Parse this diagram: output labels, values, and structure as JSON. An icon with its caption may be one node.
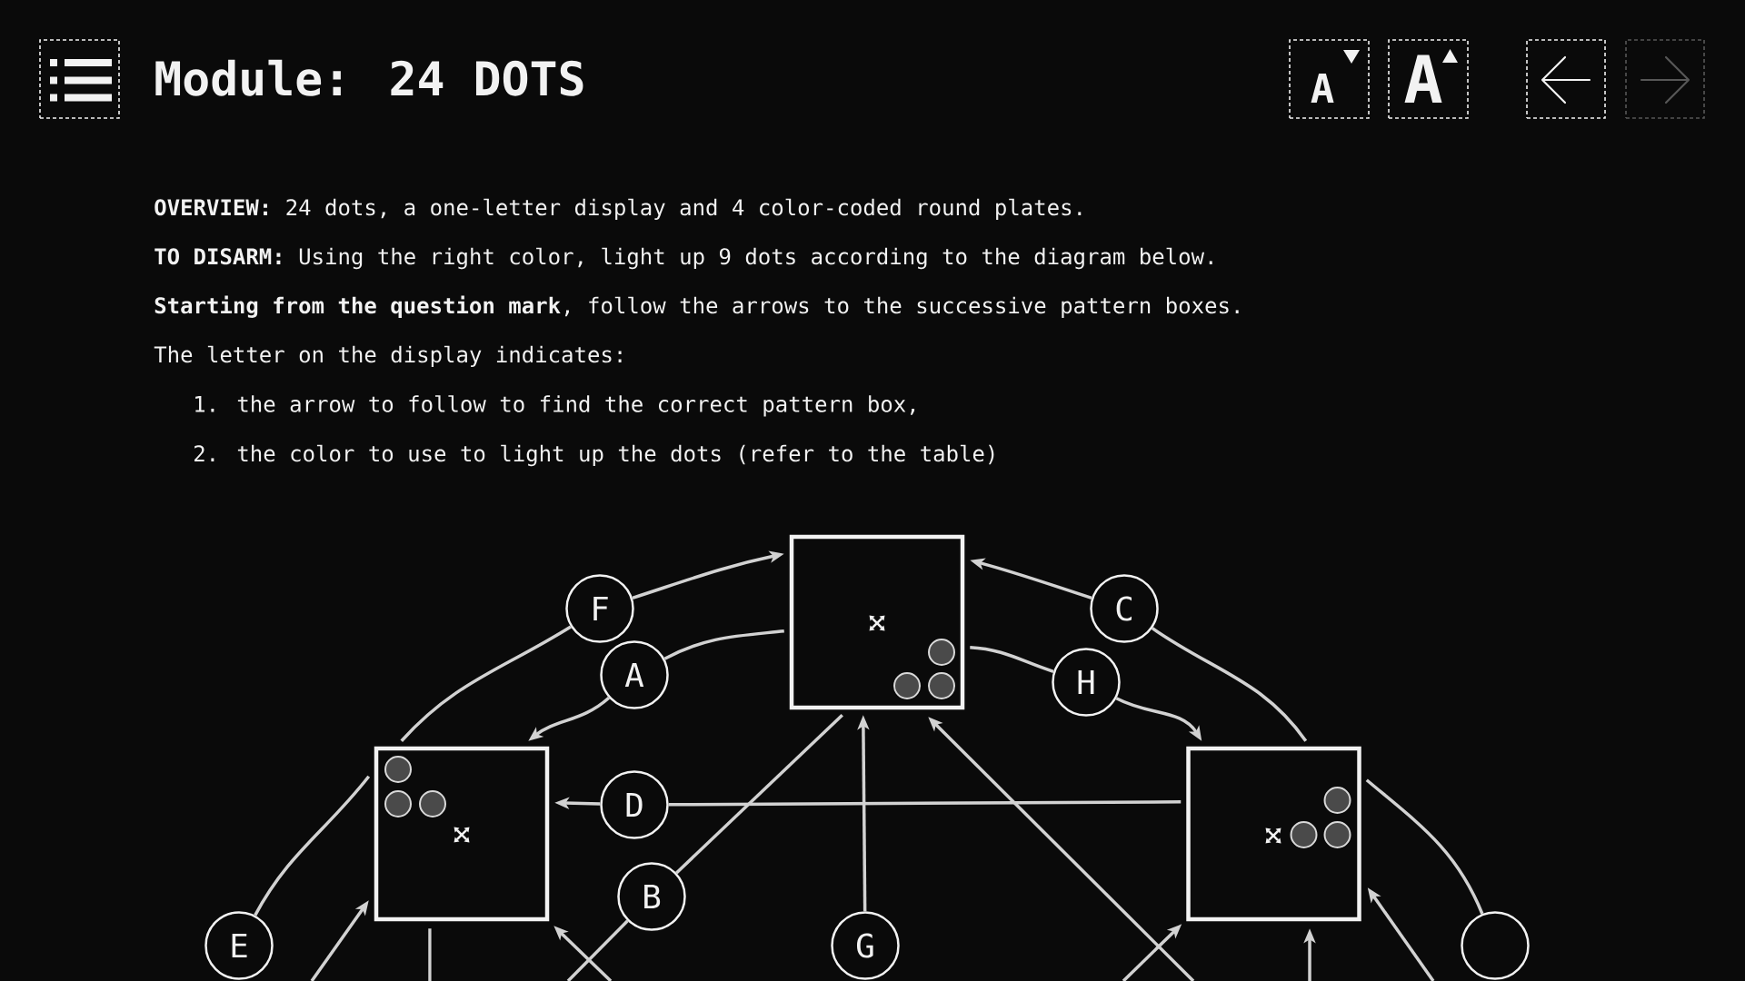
{
  "diagram": {
    "title": "Module: 24 DOTS",
    "nodes": [
      {
        "text": [],
        "shape": "box"
      },
      {
        "text": [
          "A"
        ]
      },
      {
        "text": [
          "A"
        ]
      },
      {
        "text": [],
        "shape": "box"
      },
      {
        "text": [],
        "shape": "box"
      },
      {
        "text": [],
        "shape": "box"
      },
      {
        "text": [
          "F"
        ]
      },
      {
        "text": [
          "C"
        ]
      },
      {
        "text": [
          "A"
        ]
      },
      {
        "text": [
          "H"
        ]
      },
      {
        "text": [],
        "shape": "box"
      },
      {
        "text": [],
        "shape": "box"
      },
      {
        "text": [
          "D"
        ]
      },
      {
        "text": [
          "B"
        ]
      },
      {
        "text": [
          "E"
        ]
      },
      {
        "text": [
          "G"
        ]
      },
      {
        "text": [],
        "shape": "circle"
      }
    ],
    "edges": [
      {
        "from": 10,
        "to": 6,
        "arrow": "none"
      },
      {
        "from": 6,
        "to": 5,
        "arrow": "to"
      },
      {
        "from": 5,
        "to": 8,
        "arrow": "none"
      },
      {
        "from": 8,
        "to": 10,
        "arrow": "to"
      },
      {
        "from": 11,
        "to": 7,
        "arrow": "none"
      },
      {
        "from": 7,
        "to": 5,
        "arrow": "to"
      },
      {
        "from": 5,
        "to": 9,
        "arrow": "none"
      },
      {
        "from": 9,
        "to": 11,
        "arrow": "to"
      },
      {
        "from": 11,
        "to": 12,
        "arrow": "none"
      },
      {
        "from": 12,
        "to": 10,
        "arrow": "to"
      },
      {
        "from": 5,
        "to": 13,
        "arrow": "none"
      },
      {
        "from": 13,
        "to": null,
        "arrow": "none"
      },
      {
        "from": 14,
        "to": 10,
        "arrow": "none"
      },
      {
        "from": 15,
        "to": 5,
        "arrow": "to"
      },
      {
        "from": null,
        "to": 10,
        "arrow": "to"
      },
      {
        "from": 10,
        "to": null,
        "arrow": "none"
      },
      {
        "from": null,
        "to": 10,
        "arrow": "to"
      },
      {
        "from": null,
        "to": 5,
        "arrow": "to"
      },
      {
        "from": null,
        "to": 11,
        "arrow": "to"
      },
      {
        "from": null,
        "to": 11,
        "arrow": "to"
      },
      {
        "from": null,
        "to": 11,
        "arrow": "to"
      },
      {
        "from": 11,
        "to": 16,
        "arrow": "none"
      }
    ],
    "labels": [
      "**OVERVIEW:** 24 dots, a one-letter display and 4 color-coded round plates.",
      "**TO DISARM:** Using the right color, light up 9 dots according to the diagram below.",
      "**Starting from the question mark**, follow the arrows to the successive pattern boxes.",
      "The letter on the display indicates:",
      "1. the arrow to follow to find the correct pattern box,",
      "2. the color to use to light up the dots (refer to the table)"
    ]
  }
}
